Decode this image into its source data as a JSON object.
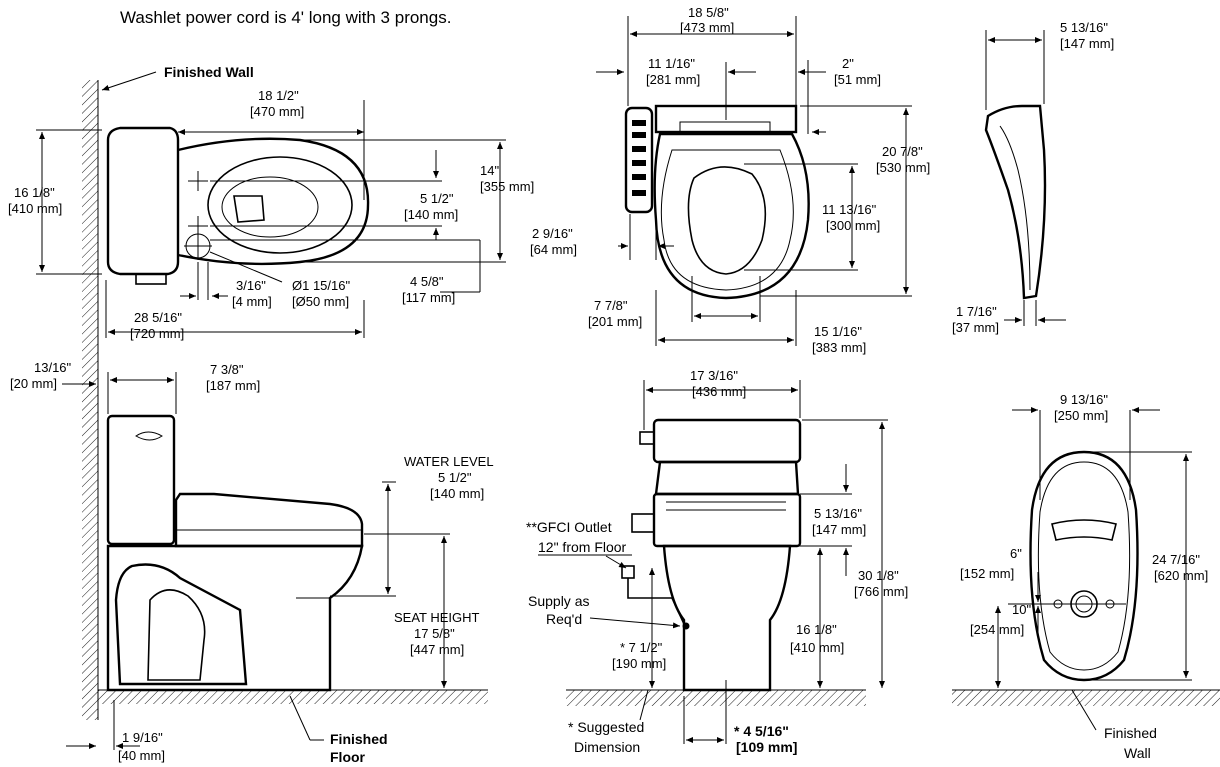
{
  "note": "Washlet power cord is 4' long with 3 prongs.",
  "top_view": {
    "finished_wall": "Finished Wall",
    "d_18_1_2": "18 1/2\"",
    "d_470": "[470 mm]",
    "d_16_1_8": "16 1/8\"",
    "d_410": "[410 mm]",
    "d_14": "14\"",
    "d_355": "[355 mm]",
    "d_5_1_2": "5 1/2\"",
    "d_140": "[140 mm]",
    "d_4_5_8": "4 5/8\"",
    "d_117": "[117 mm]",
    "d_3_16": "3/16\"",
    "d_4mm": "[4 mm]",
    "d_dia": "Ø1 15/16\"",
    "d_dia_mm": "[Ø50 mm]",
    "d_28": "28 5/16\"",
    "d_720": "[720 mm]"
  },
  "seat_top": {
    "d_18_5_8": "18 5/8\"",
    "d_473": "[473 mm]",
    "d_11_1_16": "11 1/16\"",
    "d_281": "[281 mm]",
    "d_2": "2\"",
    "d_51": "[51 mm]",
    "d_20_7_8": "20 7/8\"",
    "d_530": "[530 mm]",
    "d_11_13_16": "11 13/16\"",
    "d_300": "[300 mm]",
    "d_2_9_16": "2 9/16\"",
    "d_64": "[64 mm]",
    "d_7_7_8": "7 7/8\"",
    "d_201": "[201 mm]",
    "d_15_1_16": "15 1/16\"",
    "d_383": "[383 mm]"
  },
  "seat_side": {
    "d_5_13_16": "5 13/16\"",
    "d_147": "[147 mm]",
    "d_1_7_16": "1 7/16\"",
    "d_37": "[37 mm]"
  },
  "side_view": {
    "d_13_16": "13/16\"",
    "d_20": "[20 mm]",
    "d_7_3_8": "7 3/8\"",
    "d_187": "[187 mm]",
    "water_level": "WATER LEVEL",
    "d_5_1_2": "5 1/2\"",
    "d_140": "[140 mm]",
    "seat_height": "SEAT HEIGHT",
    "d_17_5_8": "17 5/8\"",
    "d_447": "[447 mm]",
    "d_1_9_16": "1 9/16\"",
    "d_40": "[40 mm]",
    "finished_floor_1": "Finished",
    "finished_floor_2": "Floor"
  },
  "front_view": {
    "d_17_3_16": "17 3/16\"",
    "d_436": "[436 mm]",
    "gfci_1": "**GFCI Outlet",
    "gfci_2": "12\" from Floor",
    "supply_1": "Supply as",
    "supply_2": "Req'd",
    "d_5_13_16": "5 13/16\"",
    "d_147": "[147 mm]",
    "d_30_1_8": "30 1/8\"",
    "d_766": "[766 mm]",
    "d_16_1_8": "16 1/8\"",
    "d_410": "[410 mm]",
    "d_7_1_2": "* 7 1/2\"",
    "d_190": "[190 mm]",
    "suggested_1": "* Suggested",
    "suggested_2": "Dimension",
    "d_4_5_16": "* 4 5/16\"",
    "d_109": "[109 mm]"
  },
  "base_view": {
    "d_9_13_16": "9 13/16\"",
    "d_250": "[250 mm]",
    "d_24_7_16": "24 7/16\"",
    "d_620": "[620 mm]",
    "d_6": "6\"",
    "d_152": "[152 mm]",
    "d_10": "10\"",
    "d_254": "[254 mm]",
    "finished_wall_1": "Finished",
    "finished_wall_2": "Wall"
  }
}
